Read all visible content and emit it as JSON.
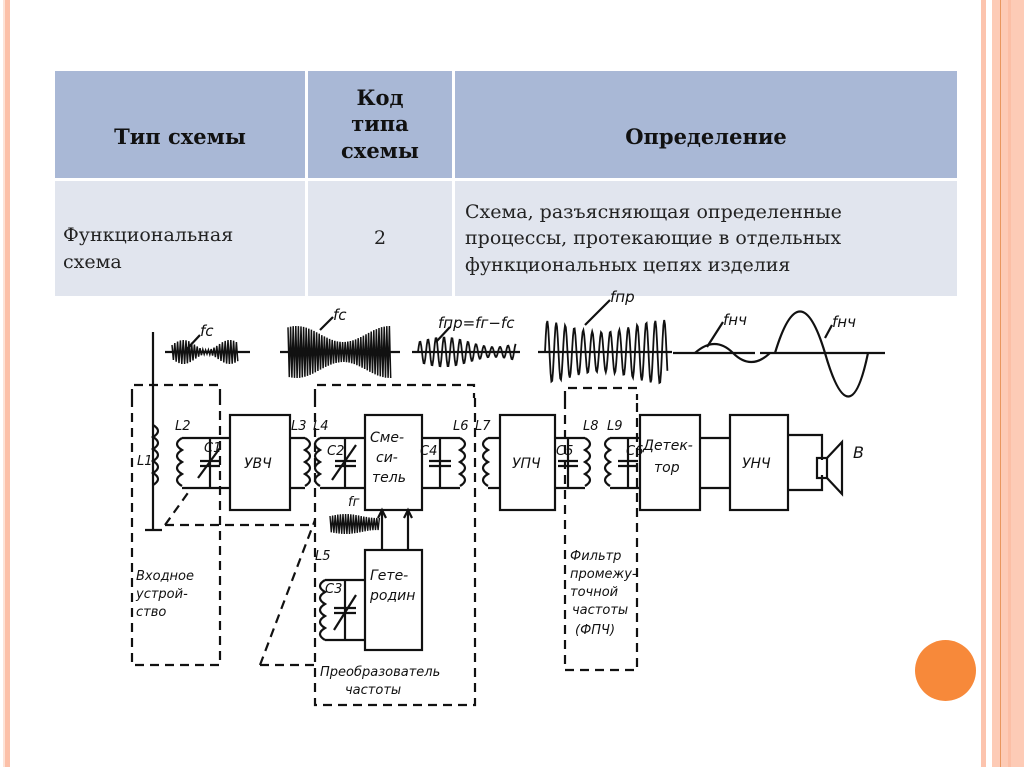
{
  "table": {
    "headers": [
      "Тип схемы",
      "Код типа схемы",
      "Определение"
    ],
    "rows": [
      {
        "type": "Функциональная схема",
        "code": "2",
        "definition": "Схема, разъясняющая определенные процессы, протекающие в отдельных функциональных цепях изделия"
      }
    ]
  },
  "diagram": {
    "signals": {
      "sig1": "fс",
      "sig2": "fс",
      "sig3": "fпр=fг−fс",
      "sig4": "fпр",
      "sig5": "fнч",
      "sig6": "fнч",
      "het": "fг"
    },
    "blocks": {
      "rf_amp": "УВЧ",
      "mixer": [
        "Сме-",
        "си-",
        "тель"
      ],
      "if_amp": "УПЧ",
      "detector": [
        "Детек-",
        "тор"
      ],
      "af_amp": "УНЧ",
      "oscillator": [
        "Гете-",
        "родин"
      ]
    },
    "components": [
      "L1",
      "L2",
      "C1",
      "L3",
      "L4",
      "C2",
      "C4",
      "L6",
      "L7",
      "C5",
      "L8",
      "L9",
      "C6",
      "L5",
      "C3",
      "B"
    ],
    "groups": {
      "input": [
        "Входное",
        "устрой-",
        "ство"
      ],
      "converter": [
        "Преобразователь",
        "частоты"
      ],
      "filter": [
        "Фильтр",
        "промежу-",
        "точной",
        "частоты",
        "(ФПЧ)"
      ]
    }
  },
  "theme": {
    "header_bg": "#a9b8d6",
    "cell_bg": "#e1e5ee",
    "accent_circle": "#f7893a",
    "stripe": "#fcc4ae"
  }
}
